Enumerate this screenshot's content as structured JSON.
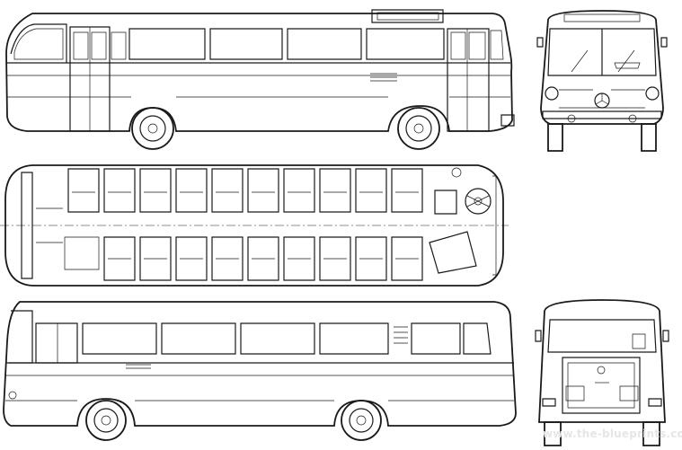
{
  "drawing": {
    "subject": "bus-blueprint",
    "views": [
      {
        "id": "left-side-view"
      },
      {
        "id": "front-view"
      },
      {
        "id": "top-view"
      },
      {
        "id": "right-side-view"
      },
      {
        "id": "rear-view"
      }
    ]
  },
  "watermark": {
    "text": "www.the-blueprints.com"
  },
  "colors": {
    "line": "#1a1a1a",
    "background": "#ffffff",
    "watermark": "#e6e6e6"
  }
}
